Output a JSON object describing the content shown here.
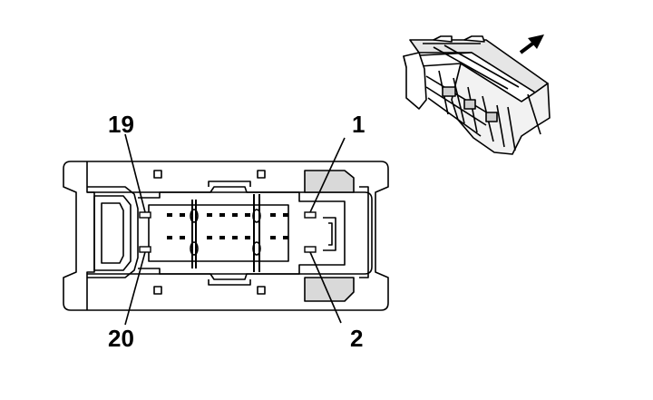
{
  "diagram": {
    "pin_labels": {
      "top_left": "19",
      "top_right": "1",
      "bottom_left": "20",
      "bottom_right": "2"
    },
    "colors": {
      "line": "#000000",
      "shade": "#d9d9d9",
      "background": "#ffffff"
    },
    "icons": [
      "connector-face-outline",
      "connector-3d-view",
      "arrow-up-right-icon"
    ]
  }
}
